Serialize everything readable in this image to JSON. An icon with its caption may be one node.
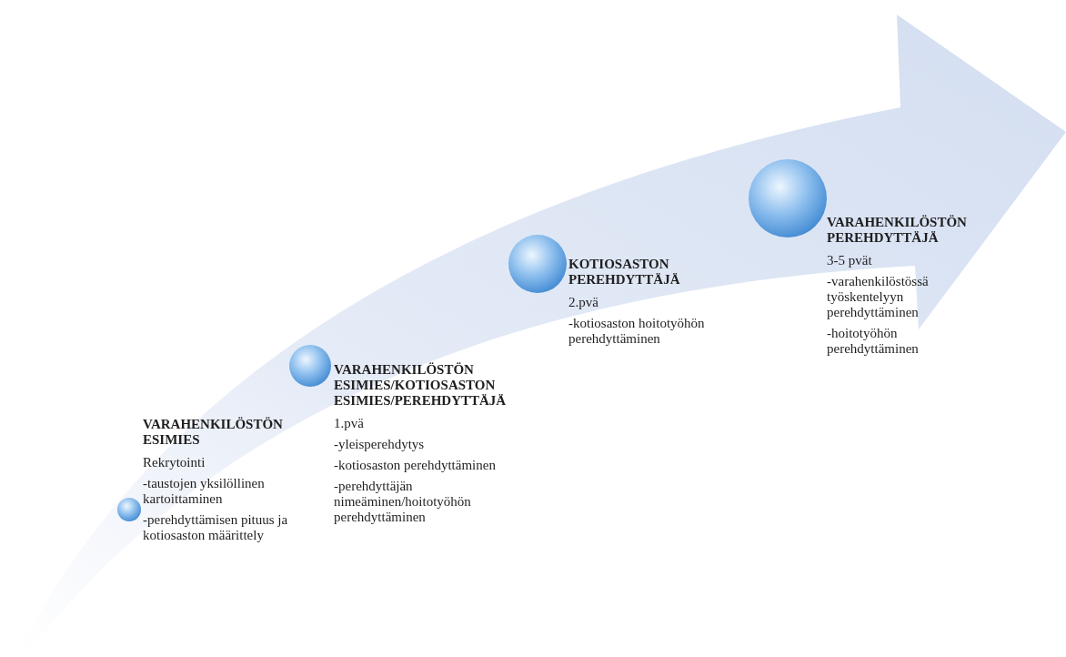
{
  "diagram": {
    "nodes": [
      {
        "text": [],
        "shape": "circle",
        "beside": [
          "VARAHENKILÖSTÖN ESIMIES",
          "Rekrytointi",
          "-taustojen yksilöllinen kartoittaminen",
          "-perehdyttämisen pituus ja kotiosaston määrittely"
        ]
      },
      {
        "text": [],
        "shape": "circle",
        "beside": [
          "VARAHENKILÖSTÖN ESIMIES/KOTIOSASTON ESIMIES/PEREHDYTTÄJÄ",
          "1.pvä",
          "-yleisperehdytys",
          "-kotiosaston perehdyttäminen",
          "-perehdyttäjän nimeäminen/hoitotyöhön perehdyttäminen"
        ]
      },
      {
        "text": [],
        "shape": "circle",
        "beside": [
          "KOTIOSASTON PEREHDYTTÄJÄ",
          "2.pvä",
          "-kotiosaston hoitotyöhön perehdyttäminen"
        ]
      },
      {
        "text": [],
        "shape": "circle",
        "beside": [
          "VARAHENKILÖSTÖN PEREHDYTTÄJÄ",
          "3-5 pvät",
          "-varahenkilöstössä työskentelyyn perehdyttäminen",
          "-hoitotyöhön perehdyttäminen"
        ]
      }
    ]
  }
}
